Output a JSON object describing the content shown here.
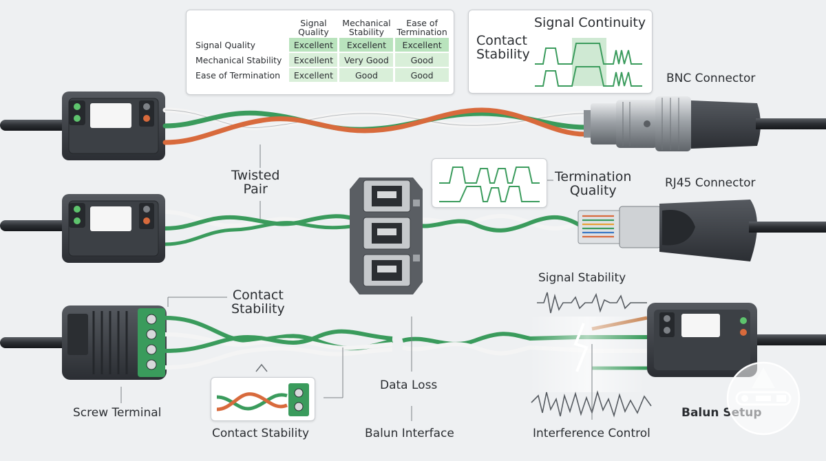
{
  "table": {
    "headers": [
      "Signal Quality",
      "Mechanical Stability",
      "Ease of Termination"
    ],
    "rows": [
      {
        "label": "Signal Quality",
        "values": [
          "Excellent",
          "Excellent",
          "Excellent"
        ]
      },
      {
        "label": "Mechanical Stability",
        "values": [
          "Excellent",
          "Very Good",
          "Good"
        ]
      },
      {
        "label": "Ease of Termination",
        "values": [
          "Excellent",
          "Good",
          "Good"
        ]
      }
    ]
  },
  "labels": {
    "signal_continuity": "Signal Continuity",
    "contact_stability_top": "Contact\nStability",
    "bnc_connector": "BNC Connector",
    "twisted_pair": "Twisted\nPair",
    "termination_quality": "Termination\nQuality",
    "rj45_connector": "RJ45 Connector",
    "contact_stability_mid": "Contact\nStability",
    "signal_stability": "Signal Stability",
    "data_loss": "Data Loss",
    "screw_terminal": "Screw Terminal",
    "contact_stability_bottom": "Contact Stability",
    "balun_interface": "Balun Interface",
    "interference_control": "Interference Control",
    "balun_setup": "Balun Setup"
  },
  "colors": {
    "green_wire": "#3a9b5c",
    "orange_wire": "#d86a3c",
    "white_wire": "#f4f4f4",
    "device_body": "#3a3d42",
    "background": "#eef0f2"
  }
}
